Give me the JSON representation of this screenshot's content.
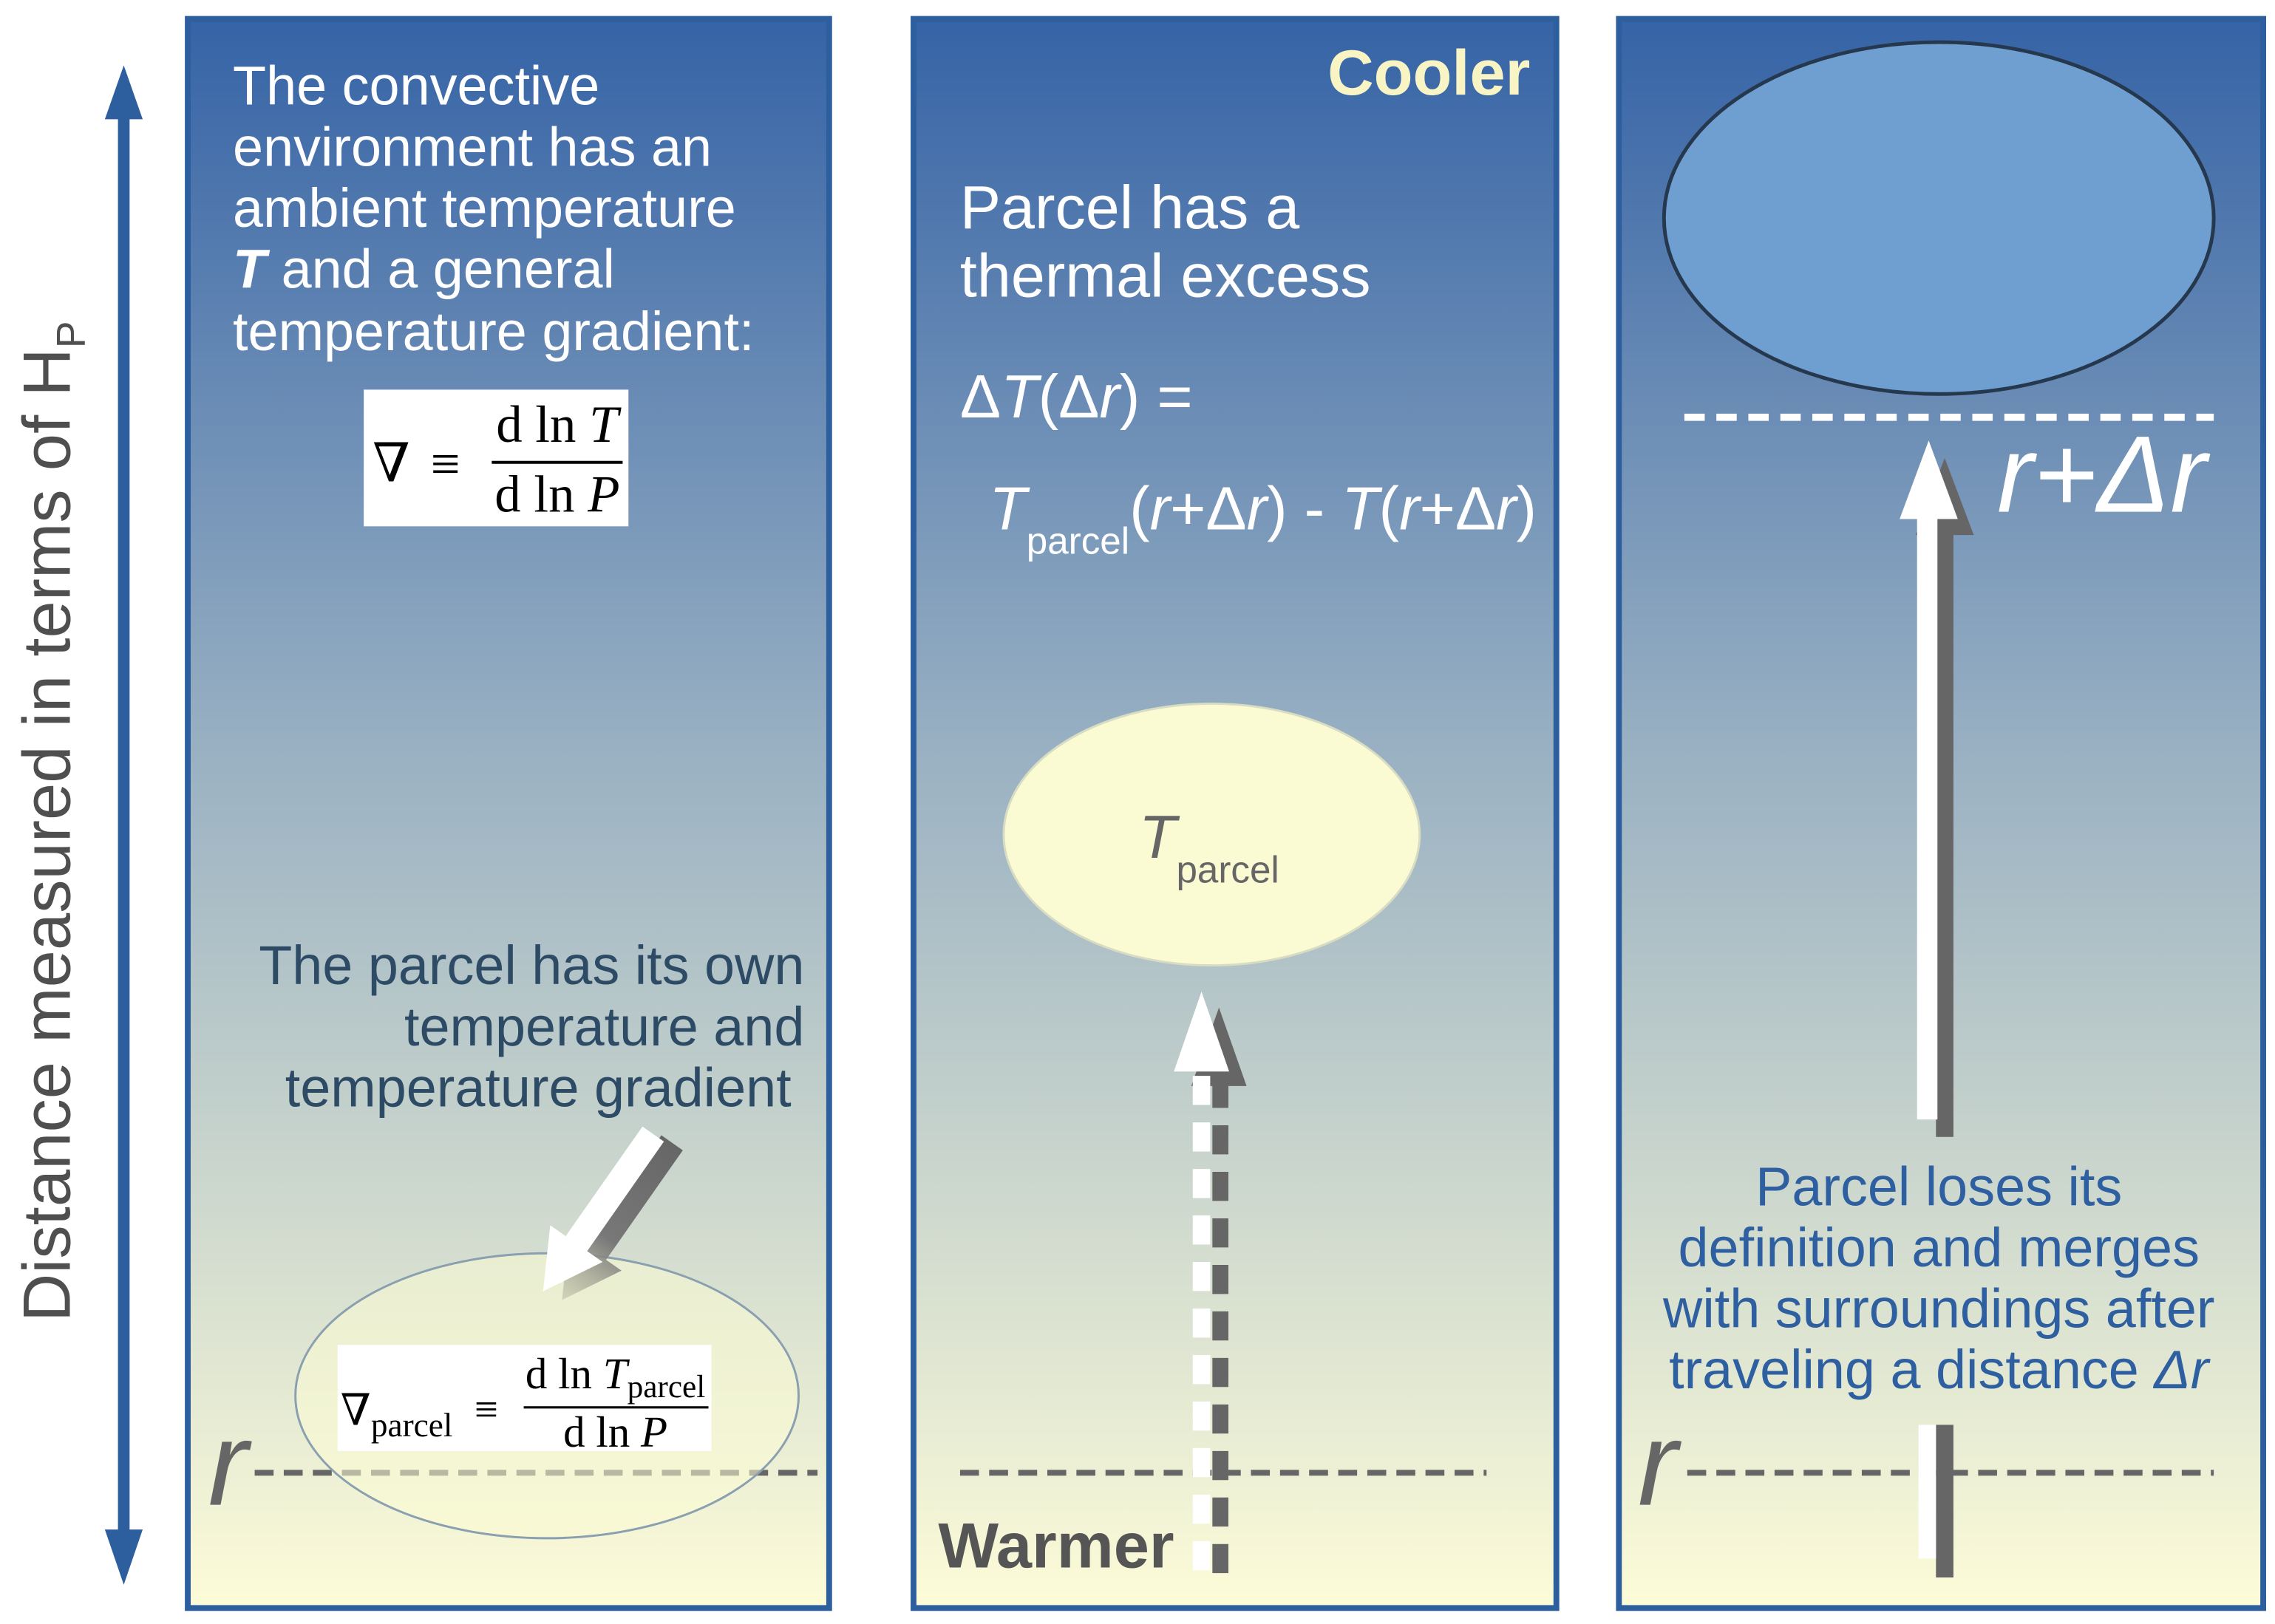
{
  "axis": {
    "label": "Distance measured in terms of H",
    "label_sub": "P"
  },
  "panel1": {
    "intro": {
      "line1": "The convective",
      "line2": "environment has an",
      "line3": "ambient temperature",
      "line4_var": "T",
      "line4_rest": " and a general",
      "line5": "temperature gradient:"
    },
    "gradient_formula": {
      "lhs": "∇",
      "op": "≡",
      "num_prefix": "d ln ",
      "num_var": "T",
      "den_prefix": "d ln ",
      "den_var": "P"
    },
    "parcel_note": [
      "The parcel has its own",
      "temperature and",
      "temperature gradient"
    ],
    "parcel_formula": {
      "lhs": "∇",
      "lhs_sub": "parcel",
      "op": "≡",
      "num_prefix": "d ln ",
      "num_var": "T",
      "num_sub": "parcel",
      "den_prefix": "d ln ",
      "den_var": "P"
    },
    "level_label": "r"
  },
  "panel2": {
    "top_label": "Cooler",
    "heading": [
      "Parcel has a",
      "thermal excess"
    ],
    "eq_line1": [
      "Δ",
      "T",
      "(Δ",
      "r",
      ") ="
    ],
    "eq_line2": [
      "T",
      "parcel",
      "(",
      "r",
      "+Δ",
      "r",
      ") - ",
      "T",
      "(",
      "r",
      "+Δ",
      "r",
      ")"
    ],
    "parcel_var": "T",
    "parcel_sub": "parcel",
    "bottom_label": "Warmer"
  },
  "panel3": {
    "level_upper": "r+Δr",
    "note": [
      "Parcel loses its",
      "definition and merges",
      "with surroundings after"
    ],
    "note_last_prefix": "traveling a distance ",
    "note_last_var": "Δr",
    "level_lower": "r"
  },
  "colors": {
    "panel_top": "#3563a6",
    "panel_mid": "#97afc2",
    "panel_bottom": "#fdfcd8",
    "panel_border": "#2d5e9e",
    "axis_arrow": "#2d5e9e",
    "axis_label": "#4f4f4f",
    "cooler_text": "#f8f4c4",
    "warmer_text": "#555555",
    "note_text": "#2e4b66",
    "merge_text": "#2e5fa0",
    "grey": "#666666",
    "parcel_warm": "#fbfbd3",
    "parcel_merged": "#6f9ed0"
  }
}
